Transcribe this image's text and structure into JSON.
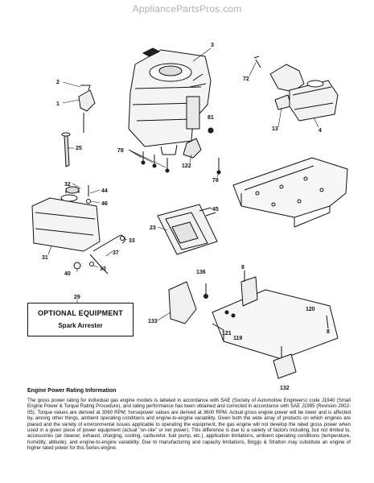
{
  "header": {
    "watermark": "AppliancePartsPros.com"
  },
  "callouts": {
    "c3": "3",
    "c72": "72",
    "c2": "2",
    "c1": "1",
    "c13": "13",
    "c4": "4",
    "c81": "81",
    "c25": "25",
    "c78a": "78",
    "c122": "122",
    "c78b": "78",
    "c32": "32",
    "c44": "44",
    "c46": "46",
    "c45": "45",
    "c23": "23",
    "c33a": "33",
    "c37": "37",
    "c31": "31",
    "c40": "40",
    "c33b": "33",
    "c136": "136",
    "c8a": "8",
    "c29": "29",
    "c133": "133",
    "c120": "120",
    "c121": "121",
    "c119": "119",
    "c8b": "8",
    "c132": "132"
  },
  "optional_equipment": {
    "title": "OPTIONAL EQUIPMENT",
    "item": "Spark Arrester"
  },
  "engine_power_info": {
    "title": "Engine Power Rating Information",
    "body": "The gross power rating for individual gas engine models is labeled in accordance with SAE (Society of Automotive Engineers) code J1940 (Small Engine Power & Torque Rating Procedure), and rating performance has been obtained and corrected in accordance with SAE J1995 (Revision 2002-05). Torque values are derived at 3060 RPM; horsepower values are derived at 3600 RPM. Actual gross engine power will be lower and is affected by, among other things, ambient operating conditions and engine-to-engine variability. Given both the wide array of products on which engines are placed and the variety of environmental issues applicable to operating the equipment, the gas engine will not develop the rated gross power when used in a given piece of power equipment (actual \"on-site\" or net power). This difference is due to a variety of factors including, but not limited to, accessories (air cleaner, exhaust, charging, cooling, carburetor, fuel pump, etc.), application limitations, ambient operating conditions (temperature, humidity, altitude), and engine-to-engine variability. Due to manufacturing and capacity limitations, Briggs & Stratton may substitute an engine of higher rated power for this Series engine."
  }
}
